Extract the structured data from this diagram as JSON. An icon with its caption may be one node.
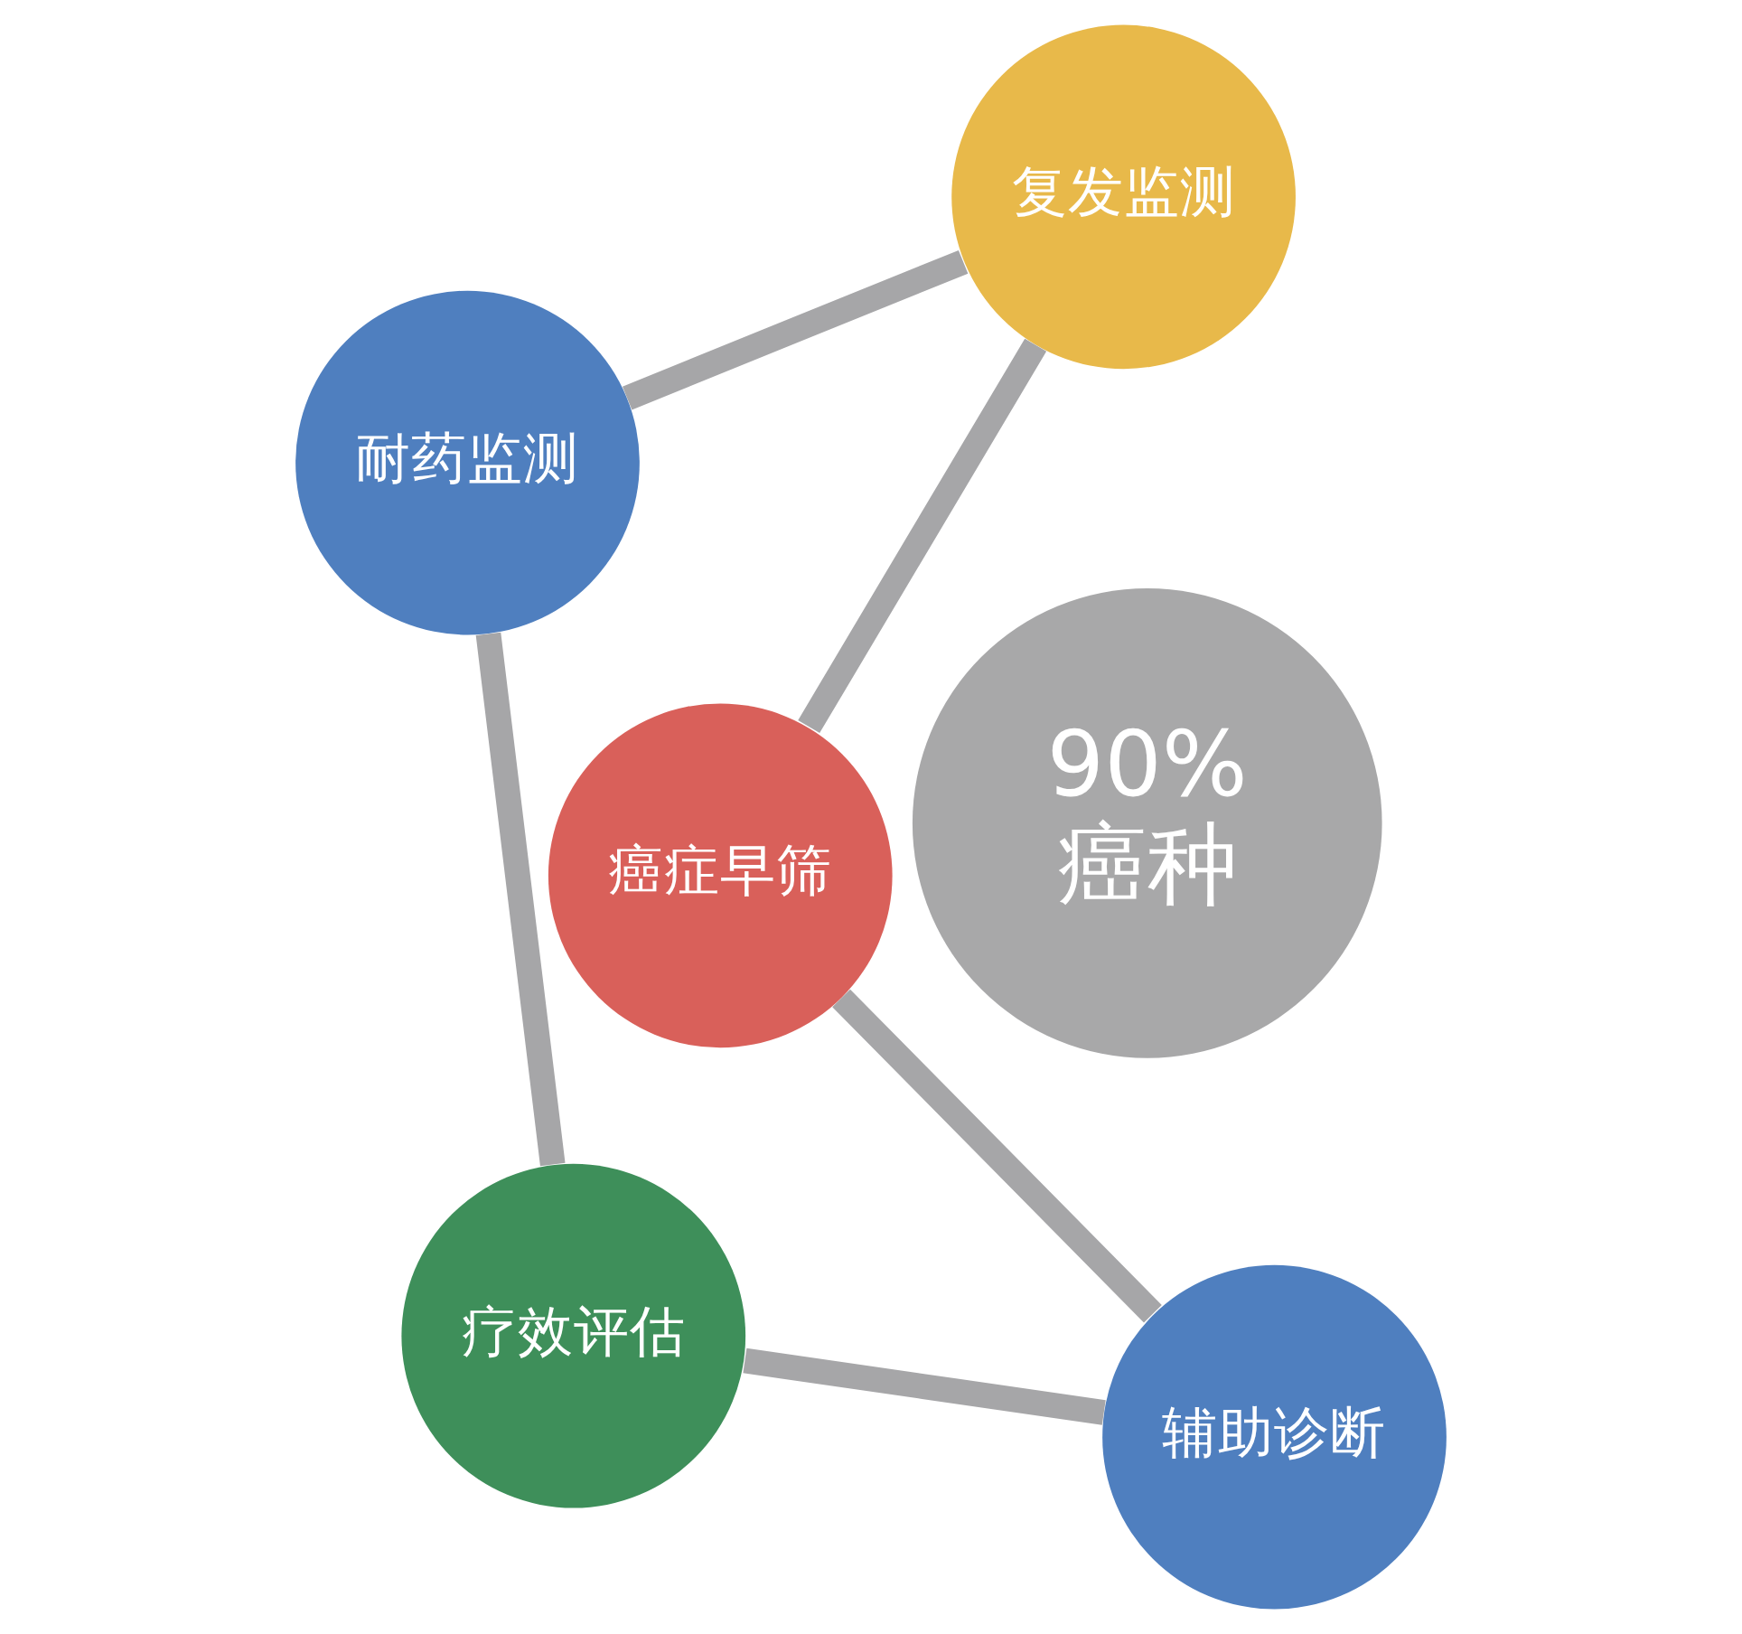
{
  "diagram": {
    "nodes": [
      {
        "text": [
          "癌症早筛"
        ]
      },
      {
        "text": [
          "辅助诊断"
        ]
      },
      {
        "text": [
          "疗效评估"
        ]
      },
      {
        "text": [
          "耐药监测"
        ]
      },
      {
        "text": [
          "复发监测"
        ]
      },
      {
        "text": [
          "90%",
          "癌种"
        ]
      }
    ],
    "edges": [
      {
        "from": 0,
        "to": 1,
        "arrow": "none"
      },
      {
        "from": 1,
        "to": 2,
        "arrow": "none"
      },
      {
        "from": 2,
        "to": 3,
        "arrow": "none"
      },
      {
        "from": 3,
        "to": 4,
        "arrow": "none"
      },
      {
        "from": 4,
        "to": 0,
        "arrow": "none"
      }
    ]
  }
}
